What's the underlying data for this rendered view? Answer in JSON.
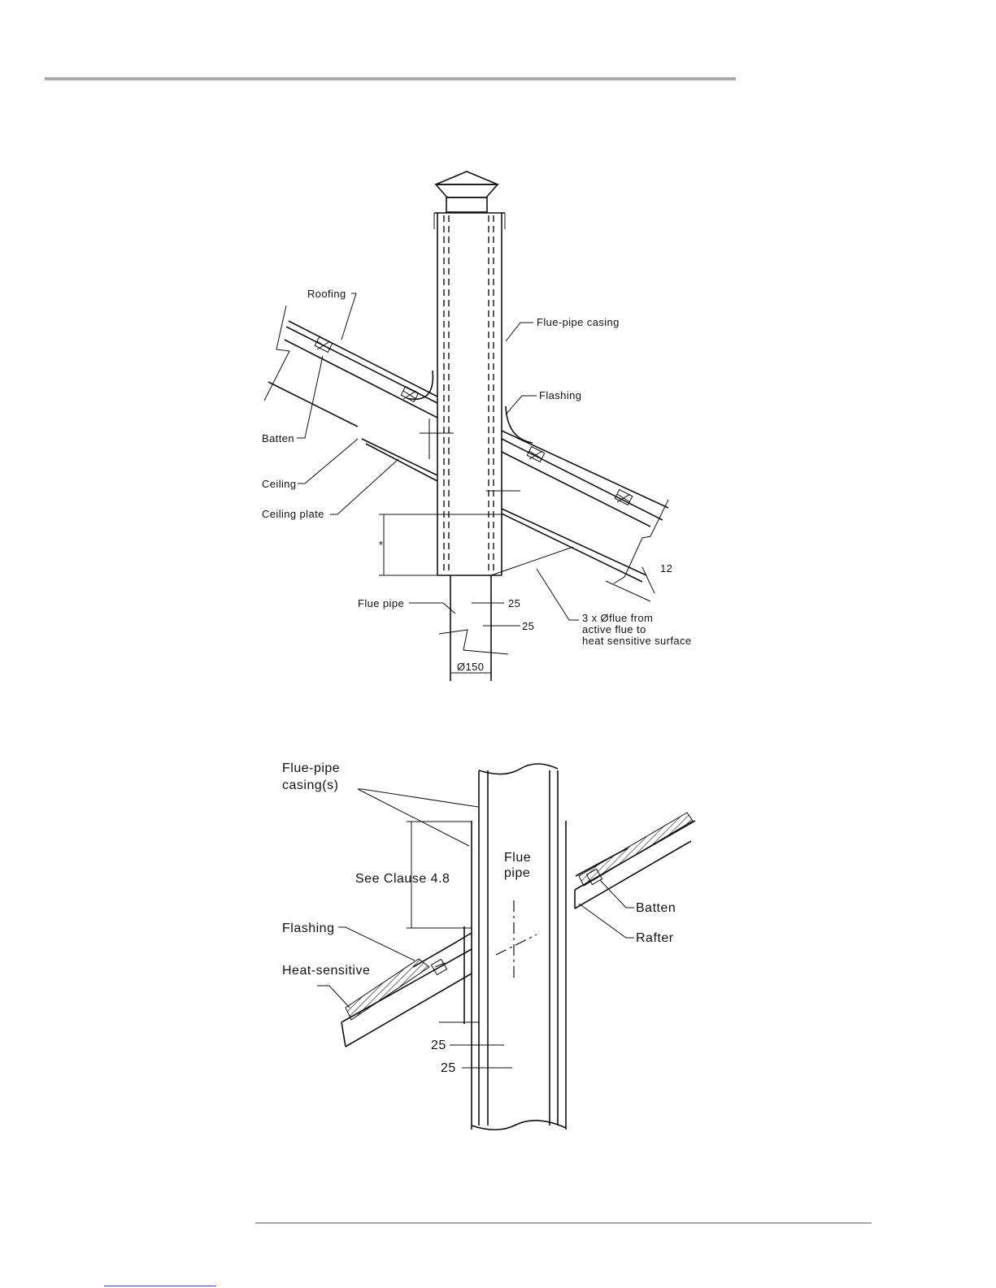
{
  "figure1": {
    "labels": {
      "roofing": "Roofing",
      "flue_pipe_casing": "Flue-pipe casing",
      "flashing": "Flashing",
      "batten": "Batten",
      "ceiling": "Ceiling",
      "ceiling_plate": "Ceiling plate",
      "asterisk": "*",
      "flue_pipe": "Flue pipe",
      "gap_a": "25",
      "gap_b": "25",
      "dim_12": "12",
      "diameter": "Ø150",
      "note_line1": "3 x Øflue from",
      "note_line2": "active flue to",
      "note_line3": "heat sensitive surface"
    }
  },
  "figure2": {
    "labels": {
      "casing_line1": "Flue-pipe",
      "casing_line2": "casing(s)",
      "see_clause": "See Clause 4.8",
      "flue_line1": "Flue",
      "flue_line2": "pipe",
      "batten": "Batten",
      "rafter": "Rafter",
      "flashing": "Flashing",
      "heat_sensitive": "Heat-sensitive",
      "gap_a": "25",
      "gap_b": "25"
    }
  }
}
